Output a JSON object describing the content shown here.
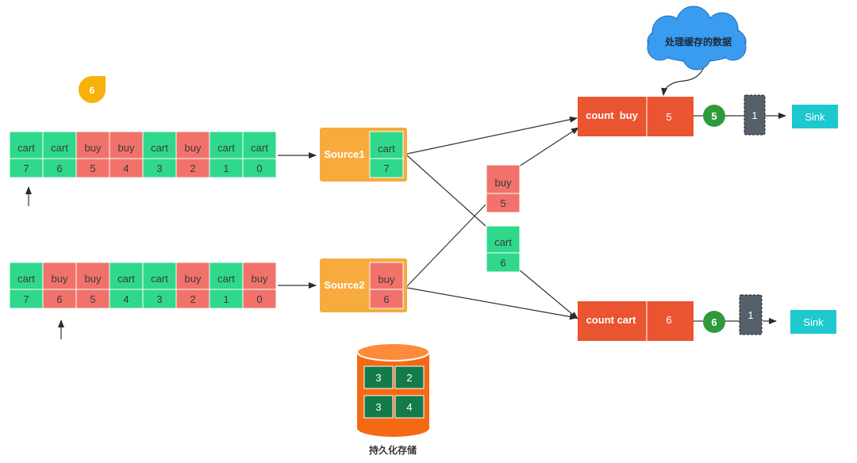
{
  "colors": {
    "green": "#2fd88b",
    "red": "#f1726b",
    "orange": "#f7ab3d",
    "vermilion": "#ea5430",
    "darkgreen": "#2e9a3c",
    "barrier": "#55606b",
    "cyan": "#1ec8cf",
    "cloud": "#3a9cf0",
    "db": "#f46a14",
    "dbcell": "#137a4a",
    "marker": "#f7b10a"
  },
  "marker": {
    "value": "6"
  },
  "queue1": {
    "labels": [
      "cart",
      "cart",
      "buy",
      "buy",
      "cart",
      "buy",
      "cart",
      "cart"
    ],
    "offsets": [
      "7",
      "6",
      "5",
      "4",
      "3",
      "2",
      "1",
      "0"
    ]
  },
  "queue2": {
    "labels": [
      "cart",
      "buy",
      "buy",
      "cart",
      "cart",
      "buy",
      "cart",
      "buy"
    ],
    "offsets": [
      "7",
      "6",
      "5",
      "4",
      "3",
      "2",
      "1",
      "0"
    ]
  },
  "source1": {
    "name": "Source1",
    "label": "cart",
    "value": "7"
  },
  "source2": {
    "name": "Source2",
    "label": "buy",
    "value": "6"
  },
  "inflight": [
    {
      "label": "buy",
      "value": "5"
    },
    {
      "label": "cart",
      "value": "6"
    }
  ],
  "count_buy": {
    "name": "count  buy",
    "value": "5",
    "circle": "5",
    "barrier": "1",
    "sink": "Sink"
  },
  "count_cart": {
    "name": "count cart",
    "value": "6",
    "circle": "6",
    "barrier": "1",
    "sink": "Sink"
  },
  "cloud_text": "处理缓存的数据",
  "storage": {
    "cells": [
      "3",
      "2",
      "3",
      "4"
    ],
    "label": "持久化存储"
  }
}
